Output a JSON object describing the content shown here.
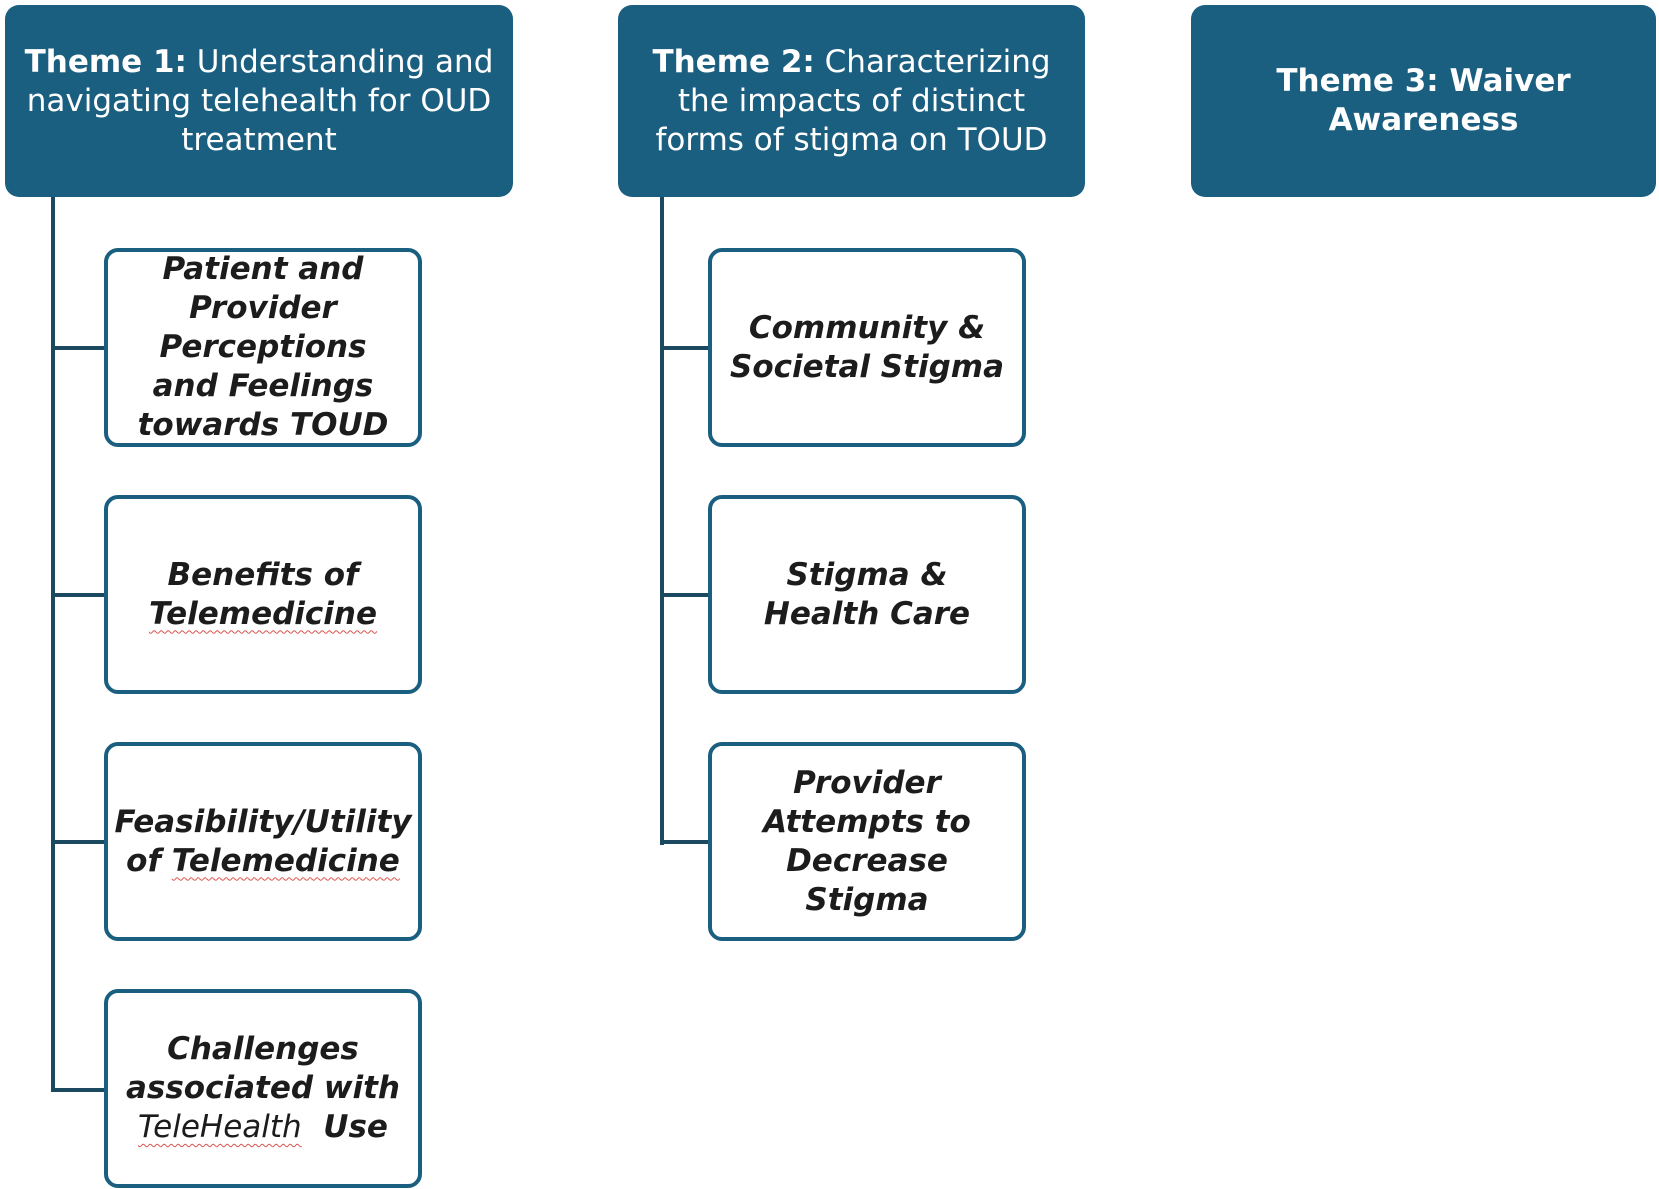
{
  "themes": [
    {
      "prefix": "Theme 1:",
      "text": " Understanding and navigating telehealth for OUD treatment"
    },
    {
      "prefix": "Theme 2:",
      "text": " Characterizing the impacts of distinct forms of stigma on TOUD"
    },
    {
      "text": "Theme 3: Waiver Awareness"
    }
  ],
  "theme1_items": [
    {
      "label": "Patient and Provider Perceptions and Feelings towards TOUD"
    },
    {
      "pre": "Benefits of ",
      "term": "Telemedicine"
    },
    {
      "pre": "Feasibility/Utility of ",
      "term": "Telemedicine"
    },
    {
      "pre": "Challenges associated with ",
      "term": "TeleHealth",
      "post": "  Use"
    }
  ],
  "theme2_items": [
    {
      "label": "Community & Societal Stigma"
    },
    {
      "label": "Stigma & Health Care"
    },
    {
      "label": "Provider Attempts to Decrease Stigma"
    }
  ],
  "colors": {
    "theme_fill": "#1b5f80",
    "connector": "#1b4a60",
    "box_border": "#1b5f80"
  }
}
